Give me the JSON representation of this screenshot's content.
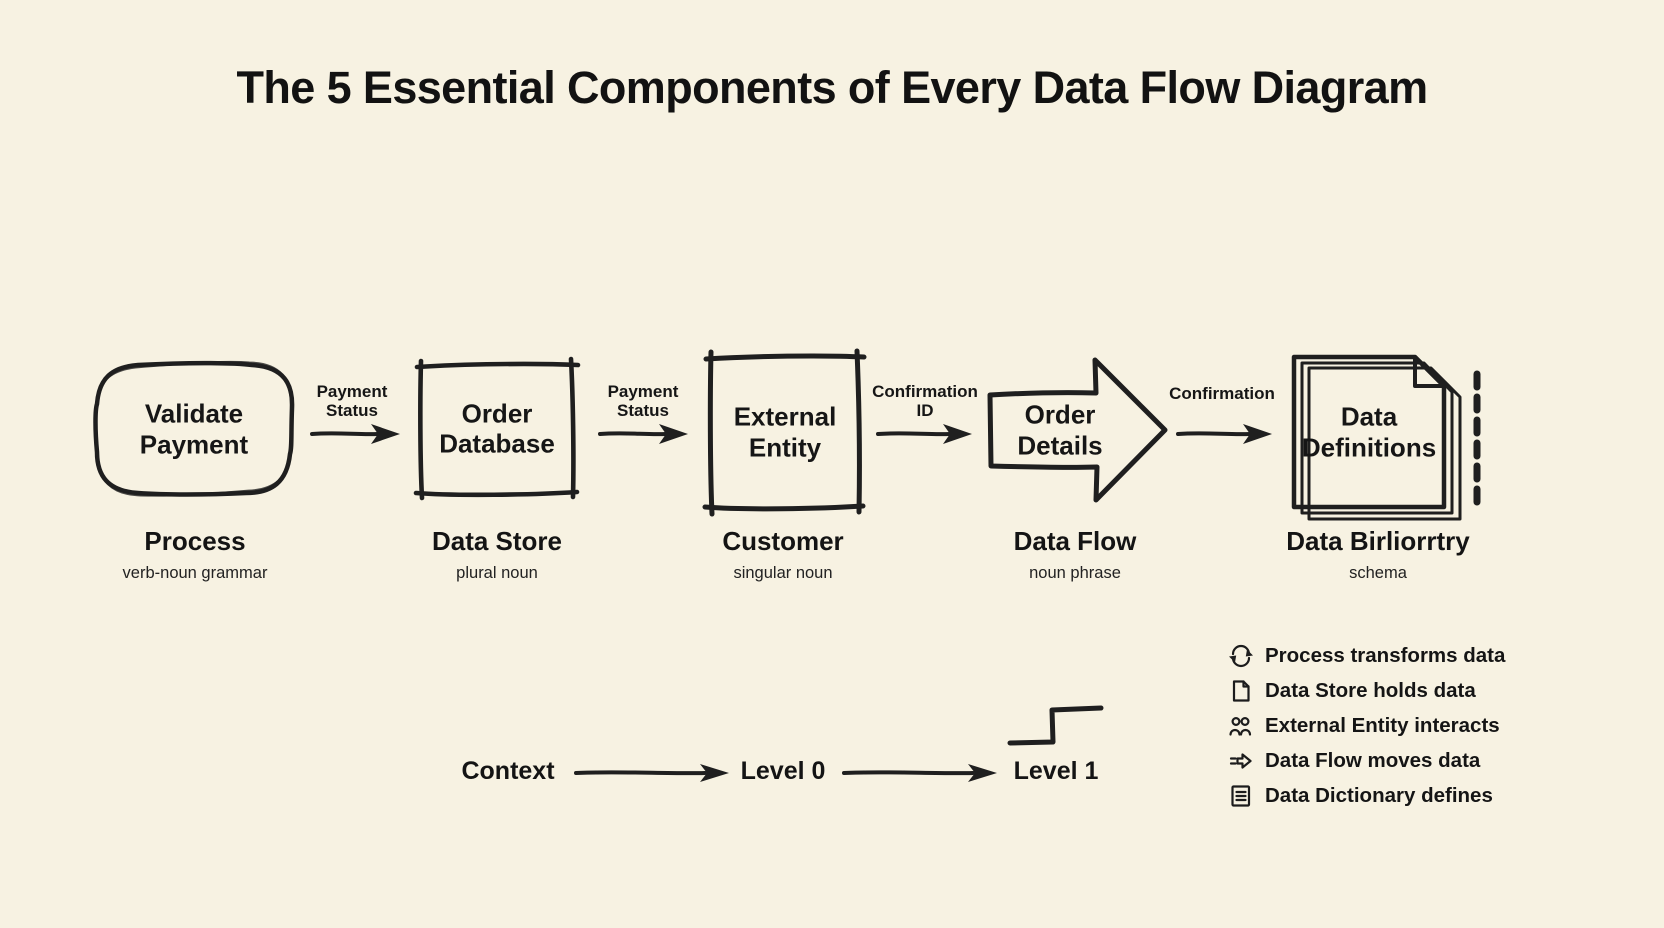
{
  "title": "The 5 Essential Components of Every Data Flow Diagram",
  "nodes": [
    {
      "shape": "rounded-rectangle",
      "text": "Validate Payment",
      "caption": "Process",
      "sub": "verb-noun grammar"
    },
    {
      "shape": "square",
      "text": "Order Database",
      "caption": "Data Store",
      "sub": "plural noun"
    },
    {
      "shape": "square",
      "text": "External Entity",
      "caption": "Customer",
      "sub": "singular noun"
    },
    {
      "shape": "block-arrow",
      "text": "Order Details",
      "caption": "Data Flow",
      "sub": "noun phrase"
    },
    {
      "shape": "document-stack",
      "text": "Data Definitions",
      "caption": "Data Birliorrtry",
      "sub": "schema"
    }
  ],
  "flows": [
    {
      "label": "Payment Status"
    },
    {
      "label": "Payment Status"
    },
    {
      "label": "Confirmation ID"
    },
    {
      "label": "Confirmation"
    }
  ],
  "levels": {
    "context": "Context",
    "level0": "Level 0",
    "level1": "Level 1"
  },
  "legend": [
    {
      "icon": "cycle-icon",
      "text": "Process transforms data"
    },
    {
      "icon": "document-icon",
      "text": "Data Store holds data"
    },
    {
      "icon": "people-icon",
      "text": "External Entity interacts"
    },
    {
      "icon": "flow-arrow-icon",
      "text": "Data Flow moves data"
    },
    {
      "icon": "dictionary-icon",
      "text": "Data Dictionary defines"
    }
  ],
  "colors": {
    "background": "#f7f2e2",
    "ink": "#1f1f1f"
  }
}
